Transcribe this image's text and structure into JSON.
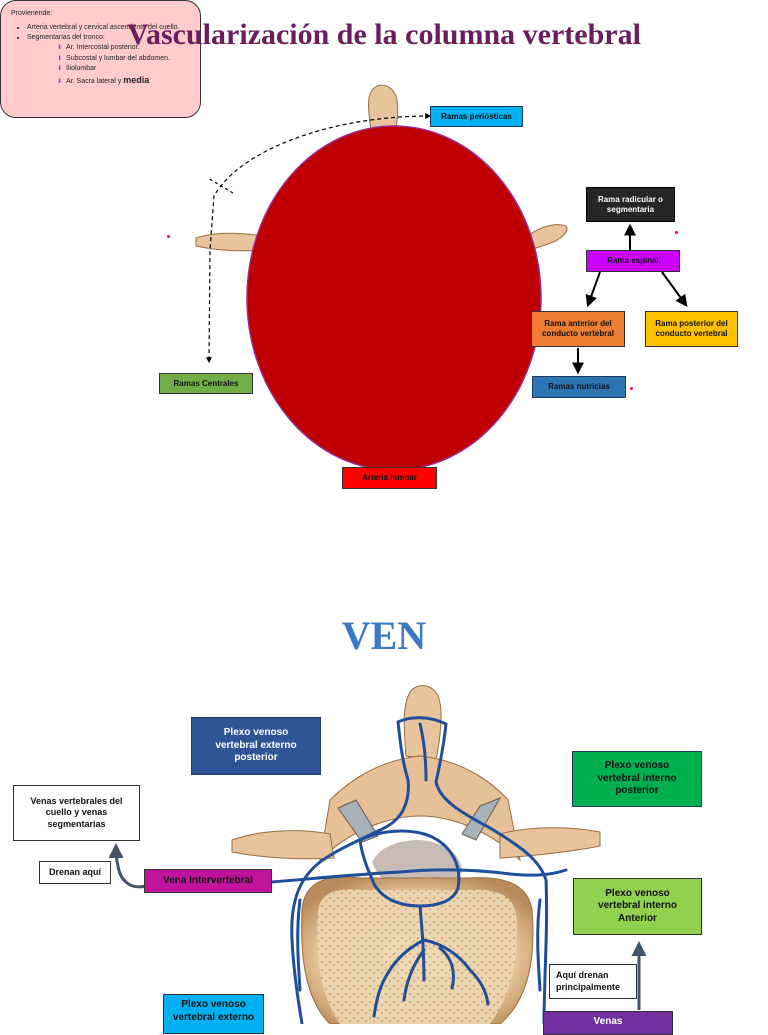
{
  "title": "Vascularización de la columna vertebral",
  "origin": {
    "heading": "Provienende:",
    "items": [
      "Arteria vertebral y cervical ascendente del cuello.",
      "Segmentarias del tronco:"
    ],
    "subitems": [
      "Ar. Intercostal posterior.",
      "Subcostal y lumbar del abdomen.",
      "Iliolumbar",
      "Ar. Sacra lateral y"
    ],
    "subitem_bold": "media"
  },
  "arterial": {
    "periosticas": "Ramas periósticas",
    "radicular": "Rama radicular o segmentaria",
    "espinal": "Rama espinal",
    "anterior": "Rama anterior del conducto vertebral",
    "posterior": "Rama posterior del conducto vertebral",
    "nutricias": "Ramas nutricias",
    "centrales": "Ramas Centrales",
    "lumbar": "Arteria lumbar"
  },
  "ven_title": "VEN",
  "venous": {
    "ext_post": "Plexo venoso vertebral externo posterior",
    "int_post": "Plexo venoso vertebral interno posterior",
    "venas_cuello": "Venas vertebrales del cuello y venas segmentarias",
    "drenan": "Drenan aquí",
    "intervertebral": "Vena Intervertebral",
    "int_ant": "Plexo venoso vertebral interno Anterior",
    "aqui_drenan": "Aquí drenan principalmente",
    "ext_ant": "Plexo venoso vertebral externo",
    "venas": "Venas"
  },
  "colors": {
    "title": "#6b1d5e",
    "ven_title": "#3b79c4",
    "vertebral_body": "#c00000",
    "vein_lines": "#1f4e9a",
    "bone": "#e7c49a"
  }
}
